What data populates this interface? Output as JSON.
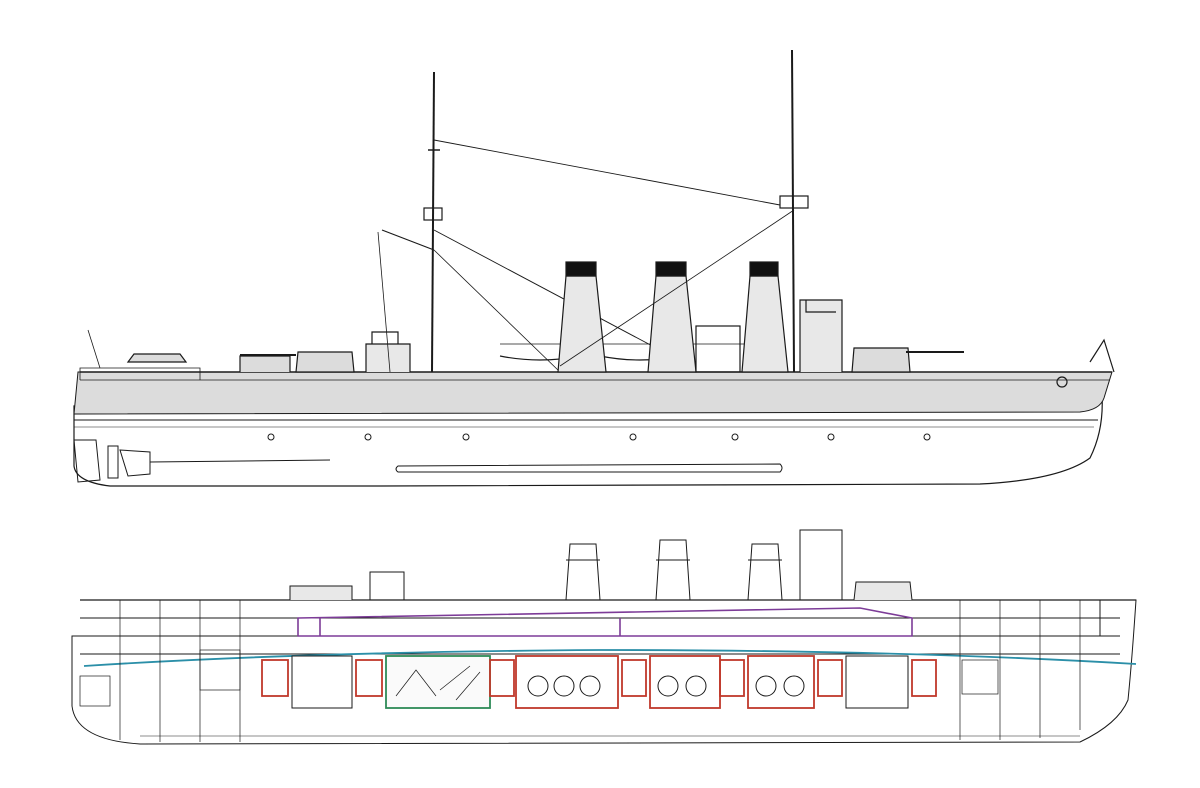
{
  "drawing": {
    "top_view": "side-profile",
    "bottom_view": "inboard-section"
  },
  "palette": {
    "line": "#1a1a1a",
    "hull_shade": "#dcdcdc",
    "funnel_cap": "#111111",
    "boiler_room": "#c0392b",
    "engine_room": "#2e8b57",
    "armor_deck": "#7d3c98",
    "waterline": "#2b8fa8"
  },
  "compartments": {
    "boiler_rooms": 4,
    "engine_rooms": 1,
    "magazines": 2
  }
}
